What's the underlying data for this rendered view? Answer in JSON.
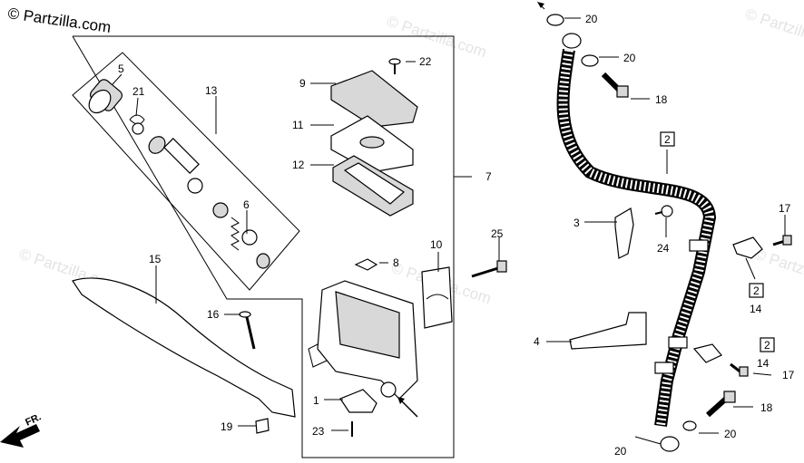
{
  "watermark": {
    "text": "© Partzilla.com",
    "corner_text": "© Partzilla.com"
  },
  "direction": {
    "label": "FR."
  },
  "callouts": {
    "c1": "1",
    "c2": "2",
    "c2b": "2",
    "c2c": "2",
    "c3": "3",
    "c4": "4",
    "c5": "5",
    "c6": "6",
    "c7": "7",
    "c8": "8",
    "c9": "9",
    "c10": "10",
    "c11": "11",
    "c12": "12",
    "c13": "13",
    "c14a": "14",
    "c14b": "14",
    "c15": "15",
    "c16": "16",
    "c17a": "17",
    "c17b": "17",
    "c18a": "18",
    "c18b": "18",
    "c19": "19",
    "c20a": "20",
    "c20b": "20",
    "c20c": "20",
    "c20d": "20",
    "c21": "21",
    "c22": "22",
    "c23": "23",
    "c24": "24",
    "c25": "25"
  }
}
